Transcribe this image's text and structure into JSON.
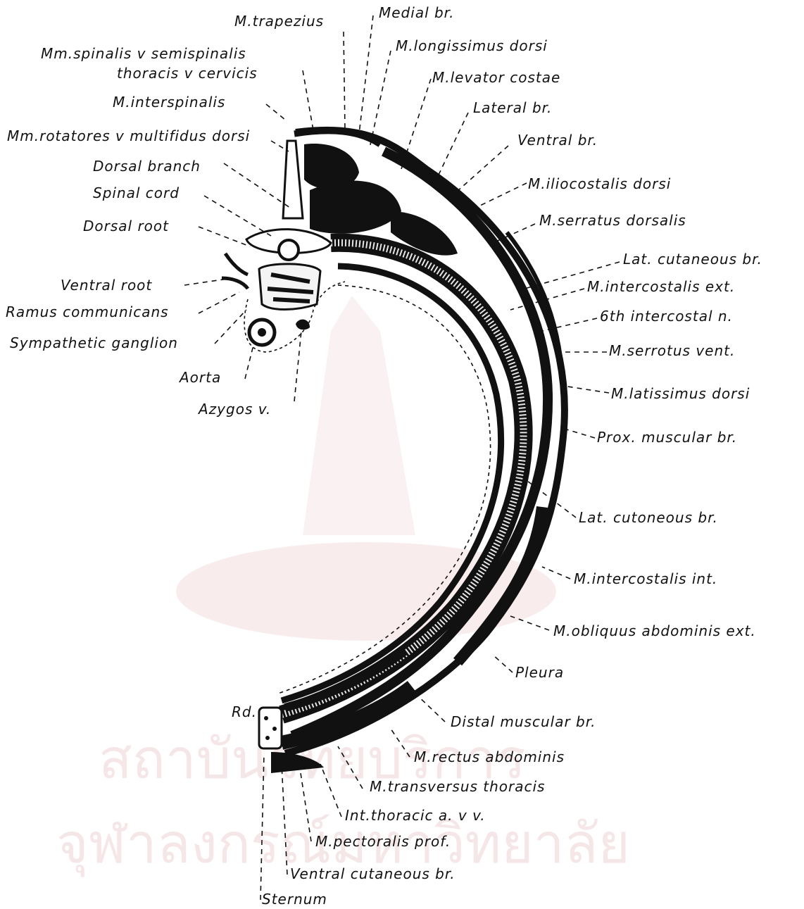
{
  "diagram": {
    "ink_color": "#111111",
    "watermark_color": "#f2dede",
    "watermark_lines": [
      "สถาบันวิทยบริการ",
      "จุฬาลงกรณ์มหาวิทยาลัย"
    ],
    "corner_mark": "Rd.",
    "labels": {
      "m_trapezius": "M.trapezius",
      "medial_br": "Medial br.",
      "m_longissimus_dorsi": "M.longissimus dorsi",
      "m_levator_costae": "M.levator costae",
      "lateral_br": "Lateral br.",
      "mm_spinalis_1": "Mm.spinalis v semispinalis",
      "mm_spinalis_2": "thoracis v cervicis",
      "m_interspinalis": "M.interspinalis",
      "mm_rotatores": "Mm.rotatores v multifidus dorsi",
      "ventral_br": "Ventral br.",
      "dorsal_branch": "Dorsal branch",
      "m_iliocostalis_dorsi": "M.iliocostalis dorsi",
      "spinal_cord": "Spinal cord",
      "dorsal_root": "Dorsal root",
      "m_serratus_dorsalis": "M.serratus dorsalis",
      "lat_cutaneous_br_1": "Lat. cutaneous br.",
      "ventral_root": "Ventral root",
      "m_intercostalis_ext": "M.intercostalis ext.",
      "ramus_communicans": "Ramus communicans",
      "sixth_intercostal_n": "6th intercostal n.",
      "sympathetic_ganglion": "Sympathetic ganglion",
      "m_serratus_vent": "M.serrotus vent.",
      "aorta": "Aorta",
      "m_latissimus_dorsi": "M.latissimus dorsi",
      "azygos_v": "Azygos v.",
      "prox_muscular_br": "Prox. muscular br.",
      "lat_cutaneous_br_2": "Lat. cutoneous br.",
      "m_intercostalis_int": "M.intercostalis int.",
      "m_obliquus": "M.obliquus abdominis ext.",
      "pleura": "Pleura",
      "distal_muscular_br": "Distal muscular br.",
      "m_rectus_abdominis": "M.rectus abdominis",
      "m_transversus_thoracis": "M.transversus thoracis",
      "int_thoracic": "Int.thoracic a. v v.",
      "m_pectoralis_prof": "M.pectoralis prof.",
      "ventral_cutaneous_br": "Ventral cutaneous br.",
      "sternum": "Sternum"
    }
  }
}
